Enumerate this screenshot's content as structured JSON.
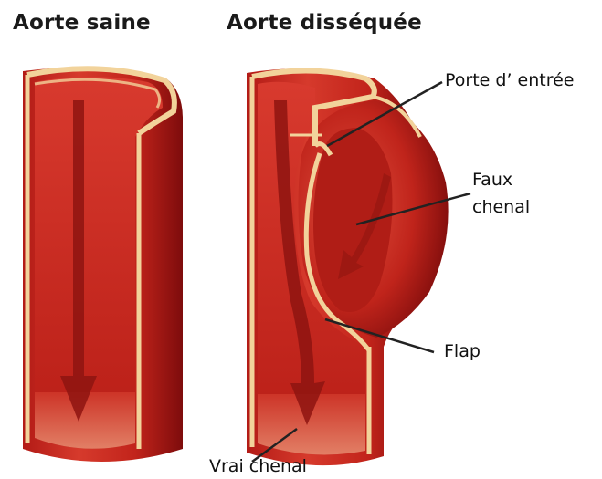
{
  "titles": {
    "left": "Aorte saine",
    "right": "Aorte disséquée"
  },
  "labels": {
    "entry": "Porte d’ entrée",
    "false_lumen_1": "Faux",
    "false_lumen_2": "chenal",
    "flap": "Flap",
    "true_lumen": "Vrai chenal"
  },
  "colors": {
    "vessel_dark": "#8e0f0f",
    "vessel_mid": "#c4241d",
    "vessel_light": "#e04a3c",
    "wall_cream": "#f2d39b",
    "leader": "#222222"
  }
}
